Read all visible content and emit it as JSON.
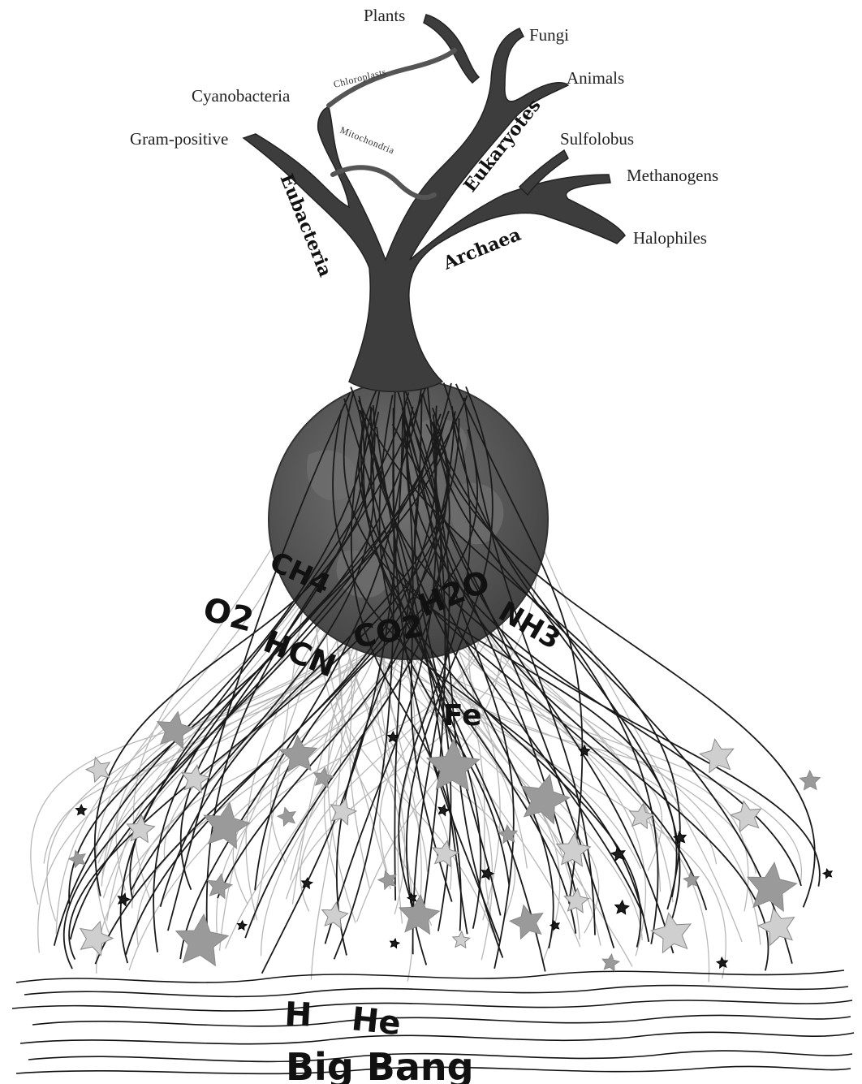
{
  "leaves": {
    "plants": "Plants",
    "fungi": "Fungi",
    "animals": "Animals",
    "cyanobacteria": "Cyanobacteria",
    "gram_positive": "Gram-positive",
    "sulfolobus": "Sulfolobus",
    "methanogens": "Methanogens",
    "halophiles": "Halophiles"
  },
  "organelles": {
    "chloroplasts": "Chloroplasts",
    "mitochondria": "Mitochondria"
  },
  "domains": {
    "eubacteria": "Eubacteria",
    "eukaryotes": "Eukaryotes",
    "archaea": "Archaea"
  },
  "molecules": {
    "ch4": "CH4",
    "o2": "O2",
    "hcn": "HCN",
    "co2": "CO2",
    "h2o": "H2O",
    "nh3": "NH3",
    "fe": "Fe"
  },
  "elements": {
    "h": "H",
    "he": "He"
  },
  "origin": "Big Bang",
  "colors": {
    "trunk": "#3d3d3d",
    "planet": "#5a5a5a",
    "root_dark": "#1a1a1a",
    "root_light": "#b5b5b5",
    "star_mid": "#9a9a9a",
    "star_light": "#cfcfcf",
    "star_dark": "#1c1c1c"
  }
}
